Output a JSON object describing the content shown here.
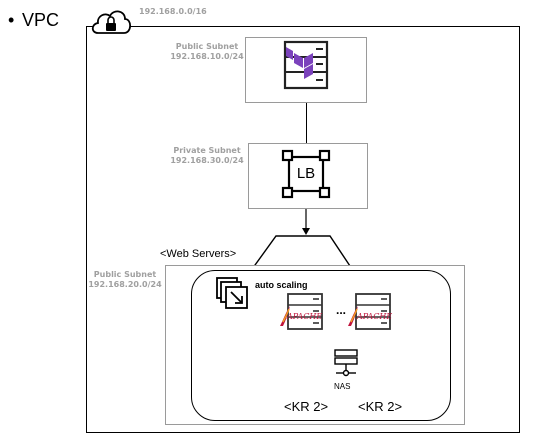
{
  "bullet": "•",
  "title": "VPC",
  "vpc": {
    "cidr": "192.168.0.0/16",
    "icon": "cloud-lock-icon"
  },
  "public_subnet_top": {
    "name": "Public Subnet",
    "cidr": "192.168.10.0/24",
    "icon": "terraform-server-icon"
  },
  "private_subnet": {
    "name": "Private Subnet",
    "cidr": "192.168.30.0/24",
    "lb_label": "LB",
    "icon": "load-balancer-icon"
  },
  "web_servers_label": "<Web Servers>",
  "public_subnet_bottom": {
    "name": "Public Subnet",
    "cidr": "192.168.20.0/24"
  },
  "auto_scaling": {
    "label": "auto scaling",
    "icon": "auto-scaling-icon",
    "server_icon": "apache-server-icon",
    "dots": "...",
    "nas_label": "NAS",
    "nas_icon": "nas-icon",
    "kr_labels": [
      "<KR 2>",
      "<KR 2>"
    ]
  },
  "colors": {
    "terraform_purple": "#7b42bc",
    "label_grey": "#a0a0a0",
    "subnet_border": "#9a9a9a"
  }
}
